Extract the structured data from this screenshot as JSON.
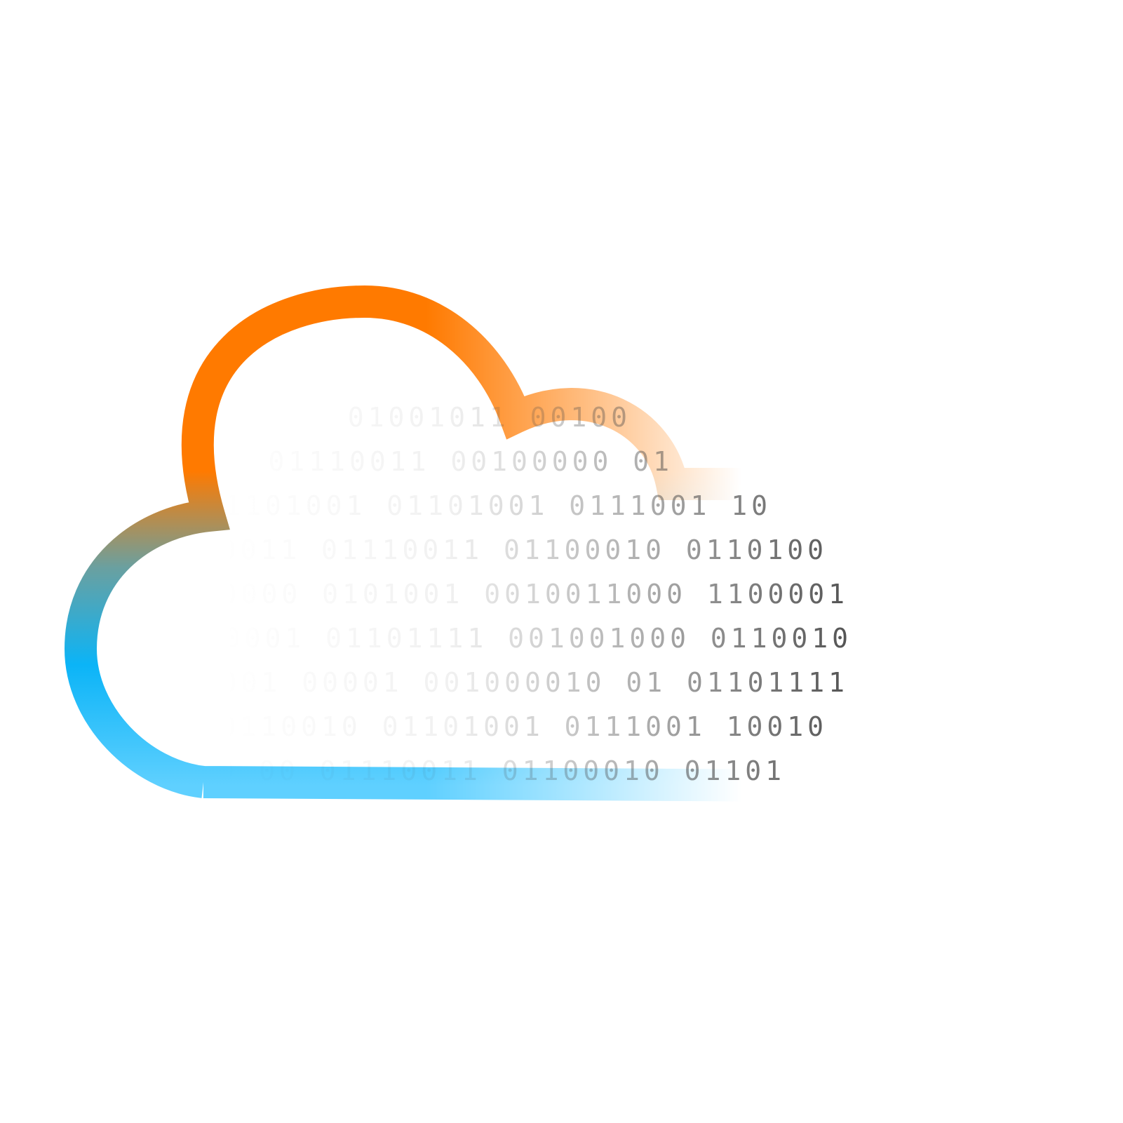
{
  "colors": {
    "background": "#ffffff",
    "orange": "#ff7a00",
    "light_orange": "#f0a867",
    "blue": "#0bb4f7",
    "light_blue": "#5fd0ff",
    "binary_text": "#4a4a4a"
  },
  "binary_lines": [
    "01001011 00100",
    "01110011 00100000 01",
    "01101001 01101001 0111001 10",
    "01110011 01110011 01100010 0110100",
    "00100000 0101001 0010011000 1100001",
    "01100001 01101111 001001000 0110010",
    "00100001 00001 001000010 01 01101111",
    "01110010 0110010 01101001 0111001 10010",
    "01100100 00 01110011 01100010 01101"
  ]
}
